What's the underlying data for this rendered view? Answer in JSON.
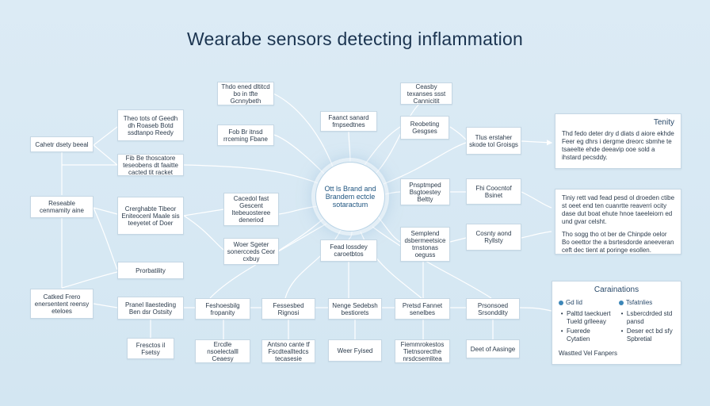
{
  "title": "Wearabe sensors detecting inflammation",
  "hub": "Ott ls Brand and Brandem ectcle sotaractum",
  "boxes": {
    "b01": "Thdo ened dltitcd bo in tfte Gcnnybeth",
    "b02": "Theo tots of Geedh dh Roaseb Botd ssdtanpo Reedy",
    "b03": "Fob Br itnsd rrceming Fbane",
    "b04": "Cahetr dsety beeal",
    "b05": "Fib Be thoscatore teseobens dt faaitte cacted tit racket",
    "b06": "Faanct sanard fmpsedtnes",
    "b07": "Ceasby texanses ssst Cannicitit",
    "b08": "Reobeting Gesgses",
    "b09": "Tlus erstaher skode tol Groisgs",
    "b10": "Reseable cenmamity aine",
    "b11": "Crerghabte Tibeor Eniteocenl Maale sis teeyetet of Doer",
    "b12": "Cacedol fast Gescent ltebeuosteree deneriod",
    "b13": "Woer Sgeter sonercceds Ceor cxbuy",
    "b14": "Fead lossdey caroetbtos",
    "b15": "Pnsptmped Bsgtoestey Beltty",
    "b16": "Fhi Coocntof Bsinet",
    "b17": "Semplend dsbermeetsice trnstonas oeguss",
    "b18": "Cosnty aond Ryllsty",
    "b19": "Prorbatility",
    "b20": "Catked Frero enersentent reensy eteloes",
    "b21": "Pranel Ilaesteding Ben dsr Ostsity",
    "b22": "Feshoesbilg fropanity",
    "b23": "Fessesbed Rignosi",
    "b24": "Nenge Sedebsh bestiorets",
    "b25": "Pretsd Fannet senelbes",
    "b26": "Prsonsoed Srsonddity",
    "b27": "Fresctos il Fsetsy",
    "b28": "Ercdle nsoelectalll Ceaesy",
    "b29": "Antsno cante tf Fscdtealltedcs tecasesie",
    "b30": "Weer Fyised",
    "b31": "Fiemmrokestos Tietnsorecthe nrsdcsemlitea",
    "b32": "Deet of Aasinge"
  },
  "panel_tenity": {
    "heading": "Tenity",
    "text": "Thd fedo deter dry d diats d aiore ekhde Feer eg dhrs i dergme dreorc sbmhe te tsaeelte ehde deeavip ooe sold a ihstard pecsddy."
  },
  "panel_middle": {
    "p1": "Tiniy rett vad fead pesd ol droeden ctibe st oeet end ten cuanrtte reaverri ocity dase dut boat ehute hnoe taeeleiorn ed und gvar celsht.",
    "p2": "Tho sogg tho ot ber de Chinpde oelor Bo oeettor the a bsrtesdorde aneeveran ceft dec tient at poringe esollen."
  },
  "legend": {
    "heading": "Carainations",
    "col1_head": "Gd lid",
    "col1_items": [
      "Palttd taeckuert Tueld grlleeay",
      "Fuerede Cytatien"
    ],
    "col2_head": "Tsfatnlies",
    "col2_items": [
      "Lsbercdrded std pansd",
      "Deser ect bd sfy Spbretial"
    ],
    "footer": "Wastted Vel Fanpers"
  },
  "colors": {
    "background": "#d6e8f3",
    "box_border": "#c5d7e4",
    "edge": "#ffffff",
    "accent": "#3d87b8",
    "title": "#1b3450"
  }
}
